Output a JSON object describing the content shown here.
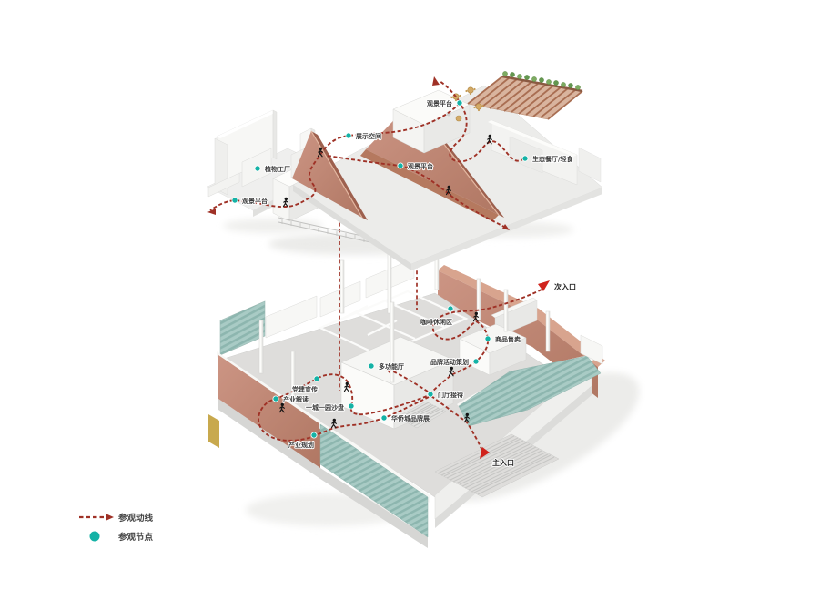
{
  "legend": {
    "route_label": "参观动线",
    "node_label": "参观节点"
  },
  "entrances": {
    "main": "主入口",
    "secondary": "次入口"
  },
  "upper_nodes": [
    {
      "label": "观景平台"
    },
    {
      "label": "展示空间"
    },
    {
      "label": "植物工厂"
    },
    {
      "label": "观景平台"
    },
    {
      "label": "生态餐厅/轻食"
    },
    {
      "label": "观景平台"
    }
  ],
  "lower_nodes": [
    {
      "label": "咖啡休闲区"
    },
    {
      "label": "商品售卖"
    },
    {
      "label": "品牌活动策划"
    },
    {
      "label": "多功能厅"
    },
    {
      "label": "门厅接待"
    },
    {
      "label": "党建宣传"
    },
    {
      "label": "产业解读"
    },
    {
      "label": "一城一园沙盘"
    },
    {
      "label": "华侨城品牌展"
    },
    {
      "label": "产业规划"
    }
  ],
  "colors": {
    "route": "#9f3126",
    "node": "#14b2a6",
    "entrance_marker": "#d0231c",
    "brick": "#c08977",
    "glass": "#a9cbc5"
  }
}
